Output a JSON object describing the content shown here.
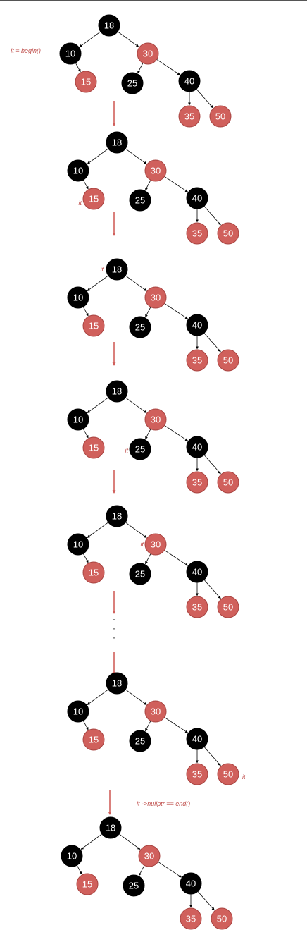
{
  "colors": {
    "black_node": "#000000",
    "red_node": "#d0605c",
    "red_stroke": "#a94441",
    "edge": "#000000",
    "arrow": "#d0605c",
    "annotation": "#c0504d"
  },
  "tree": {
    "nodes": [
      {
        "id": "n18",
        "key": "18",
        "color": "black"
      },
      {
        "id": "n10",
        "key": "10",
        "color": "black"
      },
      {
        "id": "n30",
        "key": "30",
        "color": "red"
      },
      {
        "id": "n15",
        "key": "15",
        "color": "red"
      },
      {
        "id": "n25",
        "key": "25",
        "color": "black"
      },
      {
        "id": "n40",
        "key": "40",
        "color": "black"
      },
      {
        "id": "n35",
        "key": "35",
        "color": "red"
      },
      {
        "id": "n50",
        "key": "50",
        "color": "red"
      }
    ],
    "edges": [
      [
        "n18",
        "n10"
      ],
      [
        "n18",
        "n30"
      ],
      [
        "n10",
        "n15"
      ],
      [
        "n30",
        "n25"
      ],
      [
        "n30",
        "n40"
      ],
      [
        "n40",
        "n35"
      ],
      [
        "n40",
        "n50"
      ]
    ]
  },
  "steps": [
    {
      "annotation": "it = begin()",
      "iterator_at": "n10"
    },
    {
      "annotation": "it",
      "iterator_at": "n15"
    },
    {
      "annotation": "it",
      "iterator_at": "n18"
    },
    {
      "annotation": "it",
      "iterator_at": "n25"
    },
    {
      "annotation": "it",
      "iterator_at": "n30"
    },
    {
      "annotation": "it",
      "iterator_at": "n50"
    },
    {
      "annotation": "it ->nullptr == end()",
      "iterator_at": "end"
    }
  ],
  "ellipsis": "· · ·"
}
